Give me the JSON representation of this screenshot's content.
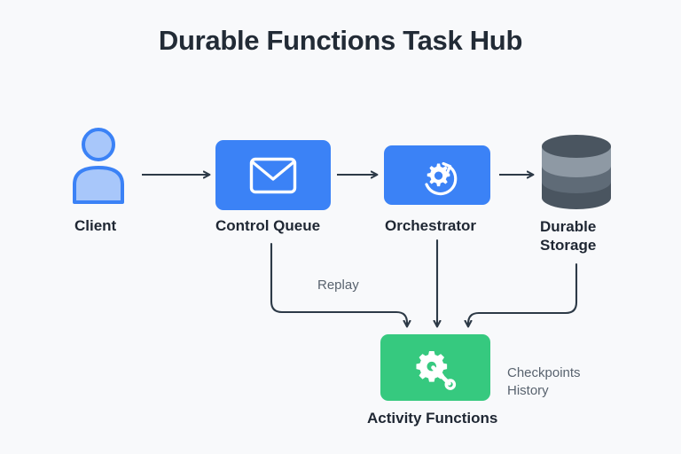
{
  "diagram": {
    "title": "Durable Functions Task Hub",
    "background_color": "#f8f9fb",
    "title_color": "#222b36",
    "label_color": "#1f2733",
    "edge_label_color": "#59636f",
    "arrow_color": "#2d3a47",
    "accent_blue": "#3b82f6",
    "accent_blue_light": "#a8c7fa",
    "accent_green": "#36c97f",
    "storage_gray_dark": "#4a5560",
    "storage_gray_mid": "#5f6b77",
    "storage_gray_light": "#9aa5b0"
  },
  "nodes": [
    {
      "id": "client",
      "label": "Client",
      "icon": "person-icon",
      "shape": "figure"
    },
    {
      "id": "control-queue",
      "label": "Control Queue",
      "icon": "envelope-icon",
      "shape": "rounded-rect",
      "color": "#3b82f6"
    },
    {
      "id": "orchestrator",
      "label": "Orchestrator",
      "icon": "gear-cycle-icon",
      "shape": "rounded-rect",
      "color": "#3b82f6"
    },
    {
      "id": "durable-storage",
      "label": "Durable Storage",
      "icon": "database-cylinder-icon",
      "shape": "cylinder"
    },
    {
      "id": "activity-functions",
      "label": "Activity Functions",
      "icon": "gear-wrench-icon",
      "shape": "rounded-rect",
      "color": "#36c97f"
    }
  ],
  "edges": [
    {
      "id": "client-to-queue",
      "from": "client",
      "to": "control-queue",
      "label": ""
    },
    {
      "id": "queue-to-orchestrator",
      "from": "control-queue",
      "to": "orchestrator",
      "label": ""
    },
    {
      "id": "orchestrator-to-storage",
      "from": "orchestrator",
      "to": "durable-storage",
      "label": ""
    },
    {
      "id": "queue-to-activity-replay",
      "from": "control-queue",
      "to": "activity-functions",
      "label": "Replay"
    },
    {
      "id": "orchestrator-to-activity",
      "from": "orchestrator",
      "to": "activity-functions",
      "label": ""
    },
    {
      "id": "storage-to-activity",
      "from": "durable-storage",
      "to": "activity-functions",
      "label": "Checkpoints\nHistory"
    }
  ],
  "annotations": {
    "replay": "Replay",
    "checkpoints_history": "Checkpoints\nHistory"
  }
}
